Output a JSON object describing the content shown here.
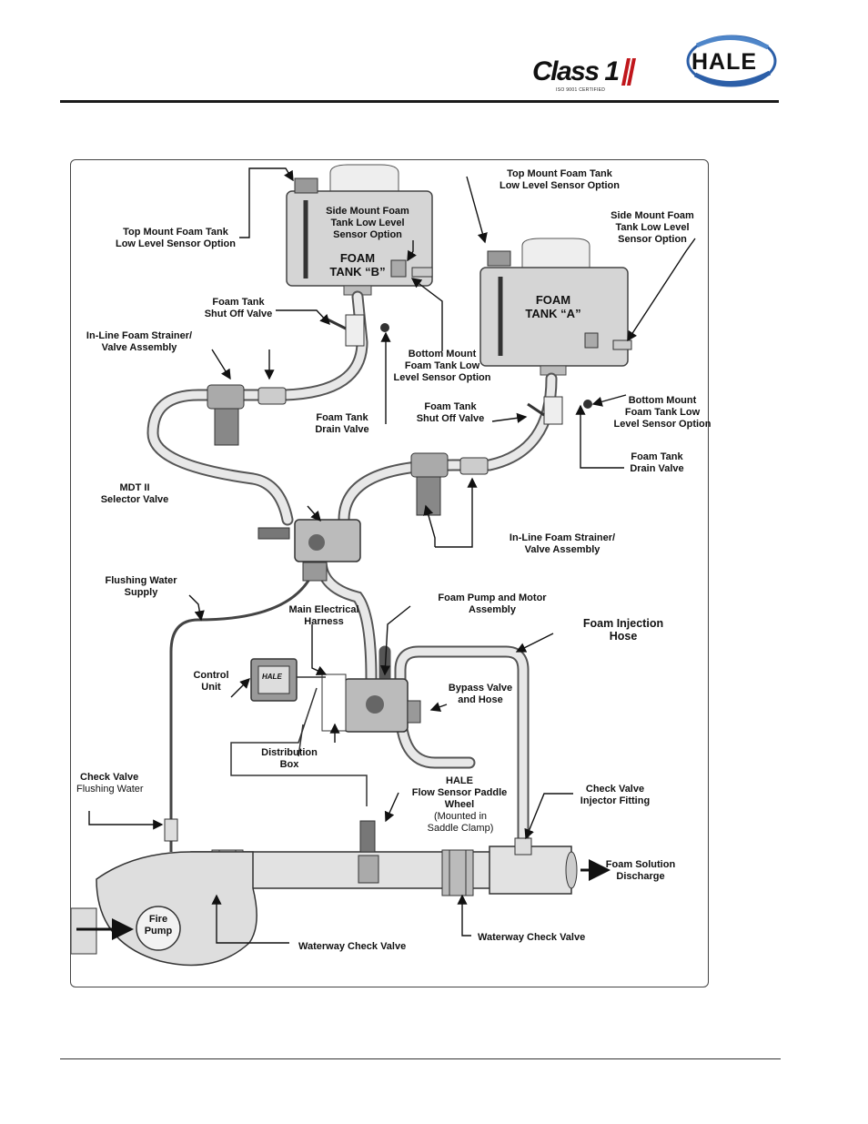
{
  "header": {
    "brand_class1": "Class 1",
    "class1_cert": "ISO 9001 CERTIFIED",
    "brand_hale": "HALE"
  },
  "diagram": {
    "tank_b": "FOAM\nTANK “B”",
    "tank_a": "FOAM\nTANK “A”",
    "hale_plate": "HALE",
    "labels": {
      "top_mount_left": "Top Mount Foam Tank\nLow Level Sensor Option",
      "side_mount_b": "Side Mount Foam\nTank Low Level\nSensor Option",
      "top_mount_right": "Top Mount Foam Tank\nLow Level Sensor Option",
      "side_mount_a": "Side Mount Foam\nTank Low Level\nSensor Option",
      "shutoff_b": "Foam Tank\nShut Off Valve",
      "inline_strainer_left": "In-Line Foam Strainer/\nValve Assembly",
      "bottom_mount_b": "Bottom Mount\nFoam Tank Low\nLevel Sensor Option",
      "drain_b": "Foam Tank\nDrain Valve",
      "shutoff_a": "Foam Tank\nShut Off Valve",
      "bottom_mount_a": "Bottom Mount\nFoam Tank Low\nLevel Sensor Option",
      "drain_a": "Foam Tank\nDrain Valve",
      "mdt_selector": "MDT II\nSelector Valve",
      "inline_strainer_right": "In-Line Foam Strainer/\nValve Assembly",
      "flushing_supply": "Flushing Water\nSupply",
      "pump_motor": "Foam Pump and Motor\nAssembly",
      "main_harness": "Main Electrical\nHarness",
      "injection_hose": "Foam Injection\nHose",
      "control_unit": "Control\nUnit",
      "bypass": "Bypass Valve\nand Hose",
      "distribution_box": "Distribution\nBox",
      "check_valve": "Check Valve",
      "check_valve_sub": "Flushing Water",
      "flow_sensor_brand": "HALE",
      "flow_sensor": "Flow Sensor Paddle\nWheel",
      "flow_sensor_note": "(Mounted in\nSaddle Clamp)",
      "injector_fitting": "Check Valve\nInjector Fitting",
      "foam_solution": "Foam Solution\nDischarge",
      "fire_pump": "Fire\nPump",
      "waterway_left": "Waterway Check Valve",
      "waterway_right": "Waterway Check Valve"
    }
  }
}
